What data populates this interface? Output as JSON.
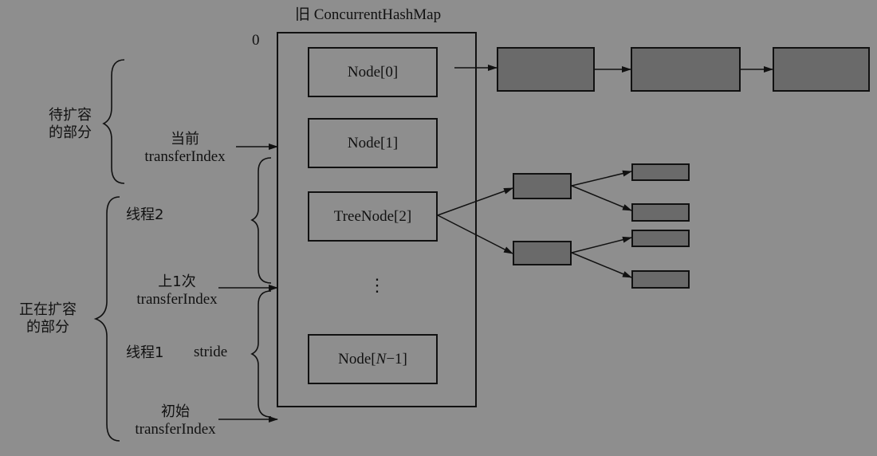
{
  "title": "旧 ConcurrentHashMap",
  "index_zero": "0",
  "nodes": [
    "Node[0]",
    "Node[1]",
    "TreeNode[2]",
    "⋮"
  ],
  "last_node": {
    "prefix": "Node[",
    "var": "N",
    "suffix": "−1]"
  },
  "left_labels": {
    "pending_group": [
      "待扩容",
      "的部分"
    ],
    "current_index": [
      "当前",
      "transferIndex"
    ],
    "thread2": "线程2",
    "last_index": [
      "上1次",
      "transferIndex"
    ],
    "expanding_group": [
      "正在扩容",
      "的部分"
    ],
    "thread1": "线程1",
    "stride": "stride",
    "initial_index": [
      "初始",
      "transferIndex"
    ]
  }
}
